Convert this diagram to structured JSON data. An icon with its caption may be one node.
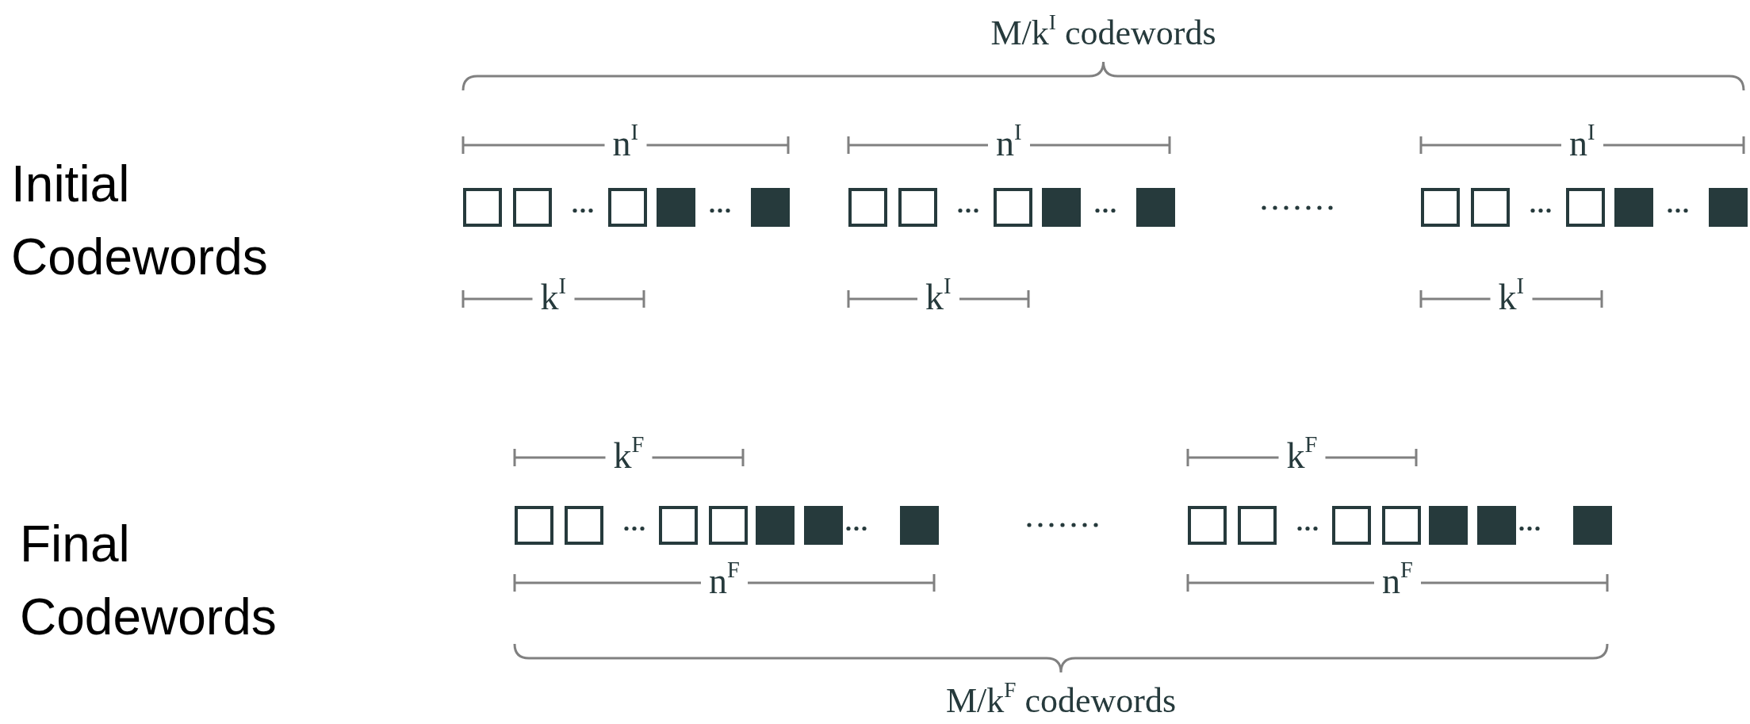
{
  "diagram": {
    "labels": [
      "M/k$^{I}$ codewords",
      "Initial Codewords",
      "n$^{I}$",
      "n$^{I}$",
      "n$^{I}$",
      "k$^{I}$",
      "k$^{I}$",
      "k$^{I}$",
      "k$^{F}$",
      "k$^{F}$",
      "Final Codewords",
      "n$^{F}$",
      "n$^{F}$",
      "M/k$^{F}$ codewords"
    ]
  }
}
